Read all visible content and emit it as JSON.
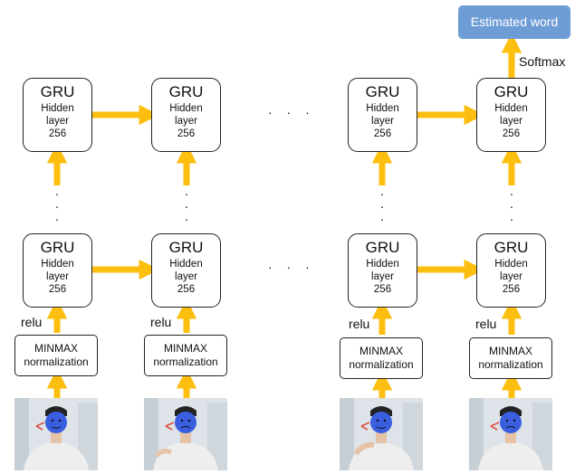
{
  "output_label": "Estimated word",
  "softmax_label": "Softmax",
  "activation_label": "relu",
  "ellipsis": "· · ·",
  "gru_cell": {
    "title": "GRU",
    "line1": "Hidden",
    "line2": "layer",
    "line3": "256"
  },
  "normalization": {
    "line1": "MINMAX",
    "line2": "normalization"
  },
  "colors": {
    "arrow": "#fdbf0f",
    "output_box": "#6e9dd6",
    "face_mask": "#3a5ee0"
  }
}
